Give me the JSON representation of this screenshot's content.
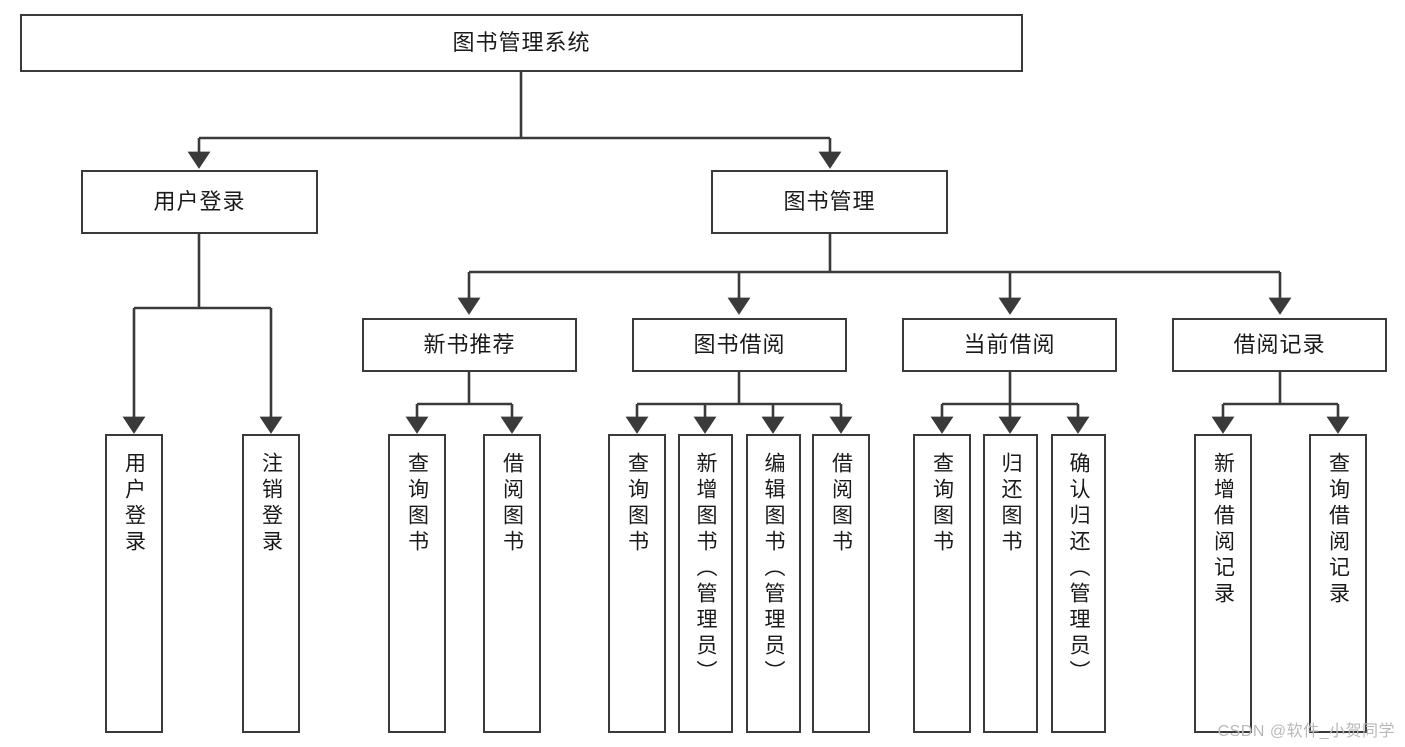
{
  "diagram": {
    "title": "图书管理系统",
    "type": "tree-hierarchy",
    "root": {
      "label": "图书管理系统"
    },
    "level2": [
      {
        "label": "用户登录"
      },
      {
        "label": "图书管理"
      }
    ],
    "level3": [
      {
        "label": "新书推荐"
      },
      {
        "label": "图书借阅"
      },
      {
        "label": "当前借阅"
      },
      {
        "label": "借阅记录"
      }
    ],
    "leaves": {
      "user_login": [
        {
          "label": "用户登录"
        },
        {
          "label": "注销登录"
        }
      ],
      "new_book_recommend": [
        {
          "label": "查询图书"
        },
        {
          "label": "借阅图书"
        }
      ],
      "book_borrow": [
        {
          "label": "查询图书"
        },
        {
          "label": "新增图书（管理员）"
        },
        {
          "label": "编辑图书（管理员）"
        },
        {
          "label": "借阅图书"
        }
      ],
      "current_borrow": [
        {
          "label": "查询图书"
        },
        {
          "label": "归还图书"
        },
        {
          "label": "确认归还（管理员）"
        }
      ],
      "borrow_record": [
        {
          "label": "新增借阅记录"
        },
        {
          "label": "查询借阅记录"
        }
      ]
    },
    "colors": {
      "box_border": "#3a3a3a",
      "box_fill": "#ffffff",
      "connector": "#3a3a3a",
      "text": "#1a1a1a",
      "watermark": "#b9b9b9"
    }
  },
  "watermark": {
    "text": "CSDN @软件_小贺同学"
  }
}
